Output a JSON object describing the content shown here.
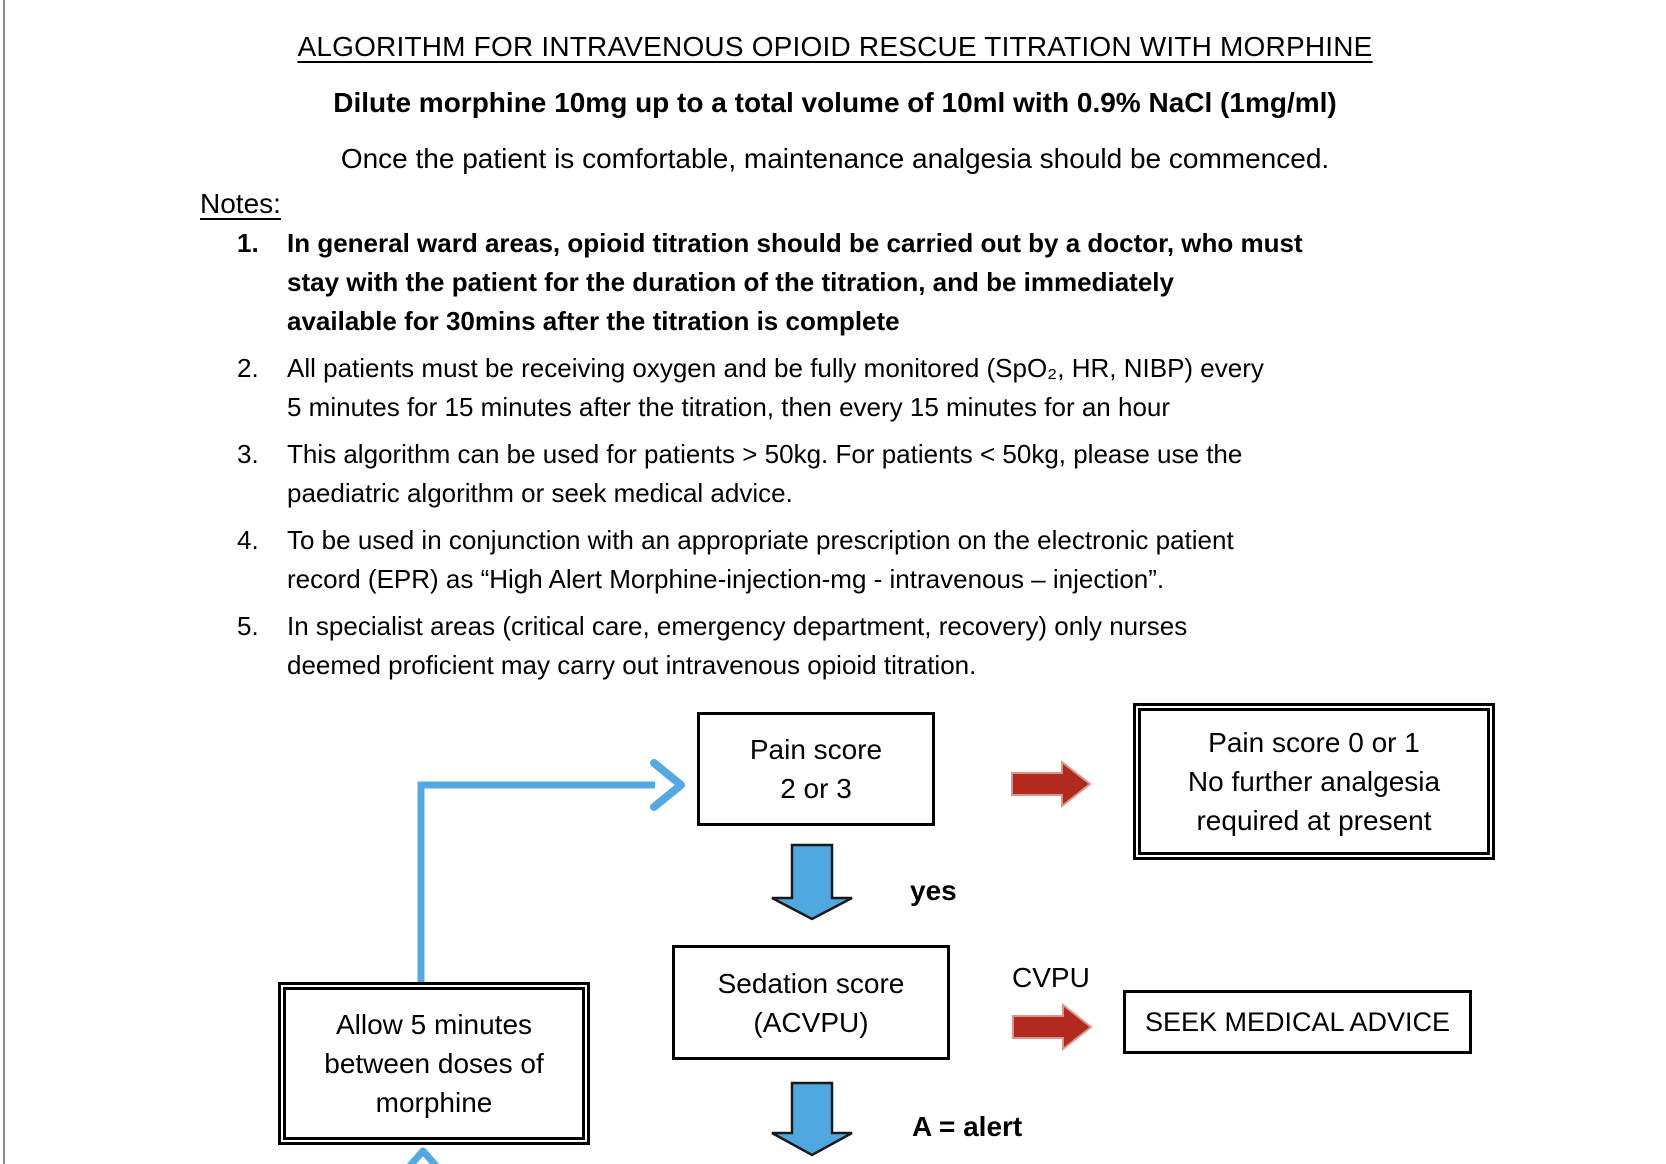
{
  "page": {
    "title": "ALGORITHM FOR INTRAVENOUS OPIOID RESCUE TITRATION WITH MORPHINE",
    "subtitle": "Dilute morphine 10mg up to a total volume of 10ml with 0.9% NaCl (1mg/ml)",
    "intro": "Once the patient is comfortable, maintenance analgesia should be commenced.",
    "notes_heading": "Notes:"
  },
  "notes": {
    "items": [
      {
        "number": "1.",
        "text": "In general ward areas, opioid titration should be carried out by a doctor, who must\nstay with the patient for the duration of the titration, and be immediately\navailable for 30mins after the titration is complete"
      },
      {
        "number": "2.",
        "text": "All patients must be receiving oxygen and be fully monitored (SpO₂, HR, NIBP) every\n5 minutes for 15 minutes after the titration, then every 15 minutes for an hour"
      },
      {
        "number": "3.",
        "text": "This algorithm can be used for patients > 50kg. For patients < 50kg, please use the\npaediatric algorithm or seek medical advice."
      },
      {
        "number": "4.",
        "text": "To be used in conjunction with an appropriate prescription on the electronic patient\nrecord (EPR) as “High Alert Morphine-injection-mg - intravenous – injection”."
      },
      {
        "number": "5.",
        "text": "In specialist areas (critical care, emergency department, recovery) only nurses\ndeemed proficient may carry out intravenous opioid titration."
      }
    ]
  },
  "flowchart": {
    "pain_box": "Pain score\n2 or 3",
    "outcome_box": "Pain score 0 or 1\nNo further analgesia\nrequired at present",
    "sedation_box": "Sedation score\n(ACVPU)",
    "seek_box": "SEEK MEDICAL ADVICE",
    "allow_box": "Allow 5 minutes\nbetween doses of\nmorphine",
    "labels": {
      "yes": "yes",
      "cvpu": "CVPU",
      "alert": "A = alert"
    },
    "colors": {
      "blue_fill": "#4FA8DF",
      "blue_line": "#55A9E2",
      "red_fill": "#B22A1E",
      "red_edge": "#D9968B",
      "arrow_outline": "#1A1A1A"
    }
  }
}
